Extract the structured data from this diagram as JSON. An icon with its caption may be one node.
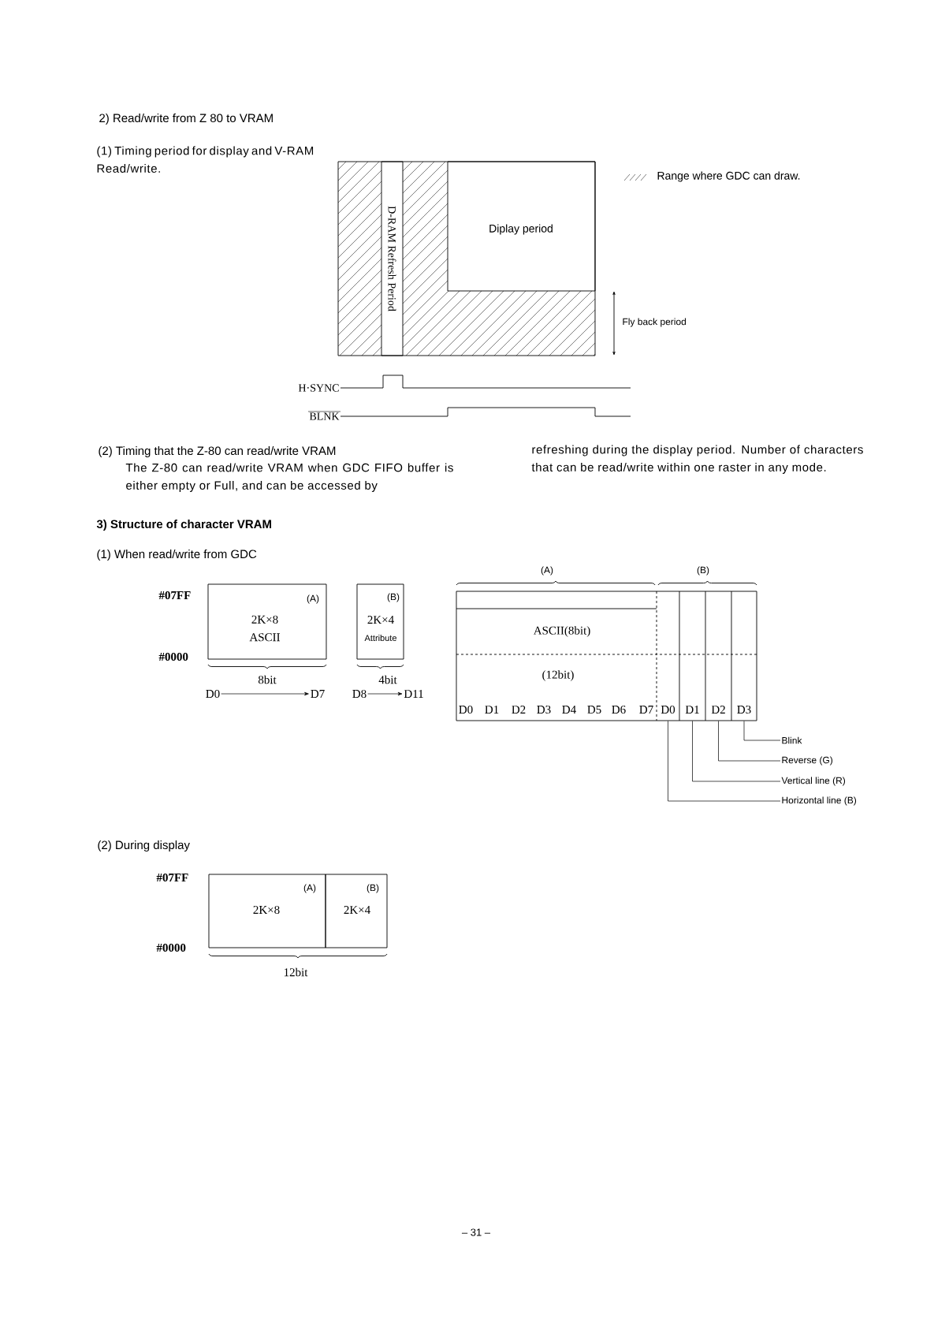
{
  "diagram": {
    "nodes": [
      {
        "text": [
          "D-RAM Refresh Period"
        ]
      },
      {
        "text": [
          "Diplay period"
        ]
      },
      {
        "text": [
          "(A)",
          "2K×8 ASCII"
        ]
      },
      {
        "text": [
          "(B)",
          "2K×4",
          "Attribute"
        ]
      },
      {
        "text": [
          "D0"
        ]
      },
      {
        "text": [
          "D7"
        ]
      },
      {
        "text": [
          "D8"
        ]
      },
      {
        "text": [
          "D11"
        ]
      },
      {
        "text": [
          "ASCII(8bit)",
          "(12bit)"
        ]
      },
      {
        "text": [
          "D0"
        ],
        "in": 8
      },
      {
        "text": [
          "D1"
        ],
        "in": 8
      },
      {
        "text": [
          "D2"
        ],
        "in": 8
      },
      {
        "text": [
          "D3"
        ],
        "in": 8
      },
      {
        "text": [
          "Blink"
        ]
      },
      {
        "text": [
          "Reverse (G)"
        ]
      },
      {
        "text": [
          "Vertical line (R)"
        ]
      },
      {
        "text": [
          "Horizontal line (B)"
        ]
      },
      {
        "text": [
          "(A)",
          "2K×8"
        ]
      },
      {
        "text": [
          "(B)",
          "2K×4"
        ]
      }
    ],
    "edges": [
      {
        "from": 4,
        "to": 5,
        "arrow": "to"
      },
      {
        "from": 6,
        "to": 7,
        "arrow": "to"
      },
      {
        "from": 12,
        "to": 13,
        "arrow": "none"
      },
      {
        "from": 11,
        "to": 14,
        "arrow": "none"
      },
      {
        "from": 10,
        "to": 15,
        "arrow": "none"
      },
      {
        "from": 9,
        "to": 16,
        "arrow": "none"
      }
    ],
    "labels": [
      "2) Read/write from Z 80 to VRAM",
      "(1) Timing period for display and V-RAM Read/write.",
      "Range where GDC can draw.",
      "Fly back period",
      "H·SYNC",
      "BLNK",
      "(2) Timing that the Z-80 can read/write VRAM",
      "The Z-80 can read/write VRAM when GDC FIFO buffer is either empty or Full, and can be accessed by",
      "refreshing during the display period. Number of characters that can be read/write within one raster in any mode.",
      "3) Structure of character VRAM",
      "(1) When read/write from GDC",
      "#07FF",
      "#0000",
      "8bit",
      "4bit",
      "(A)",
      "(B)",
      "D0",
      "D1",
      "D2",
      "D3",
      "D4",
      "D5",
      "D6",
      "D7",
      "(2) During display",
      "#07FF",
      "#0000",
      "12bit",
      "– 31 –"
    ]
  }
}
